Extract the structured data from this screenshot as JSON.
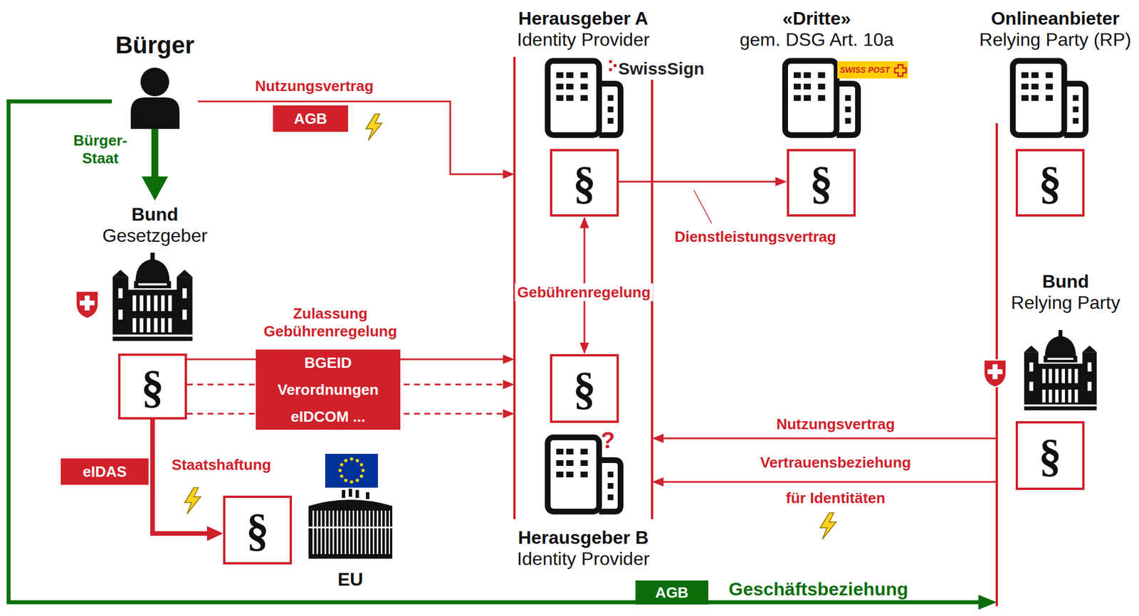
{
  "diagram": {
    "nodes": [
      {
        "text": [
          "Bürger"
        ]
      },
      {
        "text": [
          "AGB"
        ]
      },
      {
        "text": [
          "Herausgeber A",
          "Identity Provider"
        ]
      },
      {
        "text": [
          "§"
        ],
        "in": 2
      },
      {
        "text": [
          "«Dritte»",
          "gem. DSG Art. 10a"
        ]
      },
      {
        "text": [
          "§"
        ],
        "in": 4
      },
      {
        "text": [
          "Onlineanbieter",
          "Relying Party (RP)"
        ]
      },
      {
        "text": [
          "§"
        ],
        "in": 6
      },
      {
        "text": [
          "Bund",
          "Gesetzgeber"
        ]
      },
      {
        "text": [
          "§"
        ],
        "in": 8
      },
      {
        "text": [
          "BGEID",
          "Verordnungen",
          "eIDCOM ..."
        ]
      },
      {
        "text": [
          "Bund",
          "Relying Party"
        ]
      },
      {
        "text": [
          "§"
        ],
        "in": 11
      },
      {
        "text": [
          "Herausgeber B",
          "Identity Provider"
        ]
      },
      {
        "text": [
          "§"
        ],
        "in": 13
      },
      {
        "text": [
          "eIDAS"
        ]
      },
      {
        "text": [
          "EU"
        ]
      },
      {
        "text": [
          "§"
        ],
        "in": 16
      },
      {
        "text": [
          "AGB"
        ]
      }
    ],
    "edges": [
      {
        "from": 0,
        "to": 8,
        "arrow": "to",
        "label": "Bürger-Staat"
      },
      {
        "from": 0,
        "to": 2,
        "arrow": "to",
        "label": "Nutzungsvertrag"
      },
      {
        "from": 3,
        "to": 5,
        "arrow": "to",
        "label": "Dienstleistungsvertrag"
      },
      {
        "from": 3,
        "to": 14,
        "arrow": "both",
        "label": "Gebührenregelung"
      },
      {
        "from": 9,
        "to": 13,
        "arrow": "to",
        "label": "Zulassung Gebührenregelung"
      },
      {
        "from": 9,
        "to": 13,
        "arrow": "to"
      },
      {
        "from": 9,
        "to": 13,
        "arrow": "to"
      },
      {
        "from": 9,
        "to": 17,
        "arrow": "to",
        "label": "Staatshaftung"
      },
      {
        "from": 11,
        "to": 13,
        "arrow": "to",
        "label": "Nutzungsvertrag"
      },
      {
        "from": 11,
        "to": 13,
        "arrow": "to",
        "label": "Vertrauensbeziehung"
      },
      {
        "from": 0,
        "to": 11,
        "arrow": "to",
        "label": "Geschäftsbeziehung"
      }
    ],
    "labels": [
      "SwissSign",
      "SWISS POST",
      "?",
      "für Identitäten"
    ]
  }
}
